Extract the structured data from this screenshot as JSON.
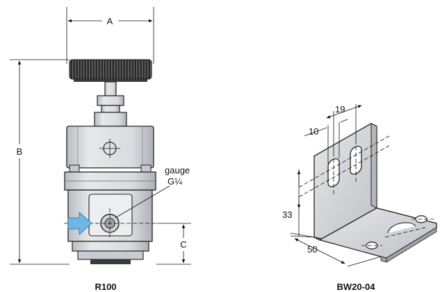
{
  "r100": {
    "title": "R100",
    "dim_a": "A",
    "dim_b": "B",
    "dim_c": "C",
    "gauge_label": "gauge",
    "gauge_thread": "G¼"
  },
  "bracket": {
    "title": "BW20-04",
    "dim_19": "19",
    "dim_10": "10",
    "dim_33": "33",
    "dim_50": "50"
  },
  "colors": {
    "body": "#d9dcdf",
    "body_dark": "#b9bdc2",
    "knob": "#2a2a2a",
    "arrow": "#6fb5e6",
    "bracket": "#d6d8db"
  }
}
